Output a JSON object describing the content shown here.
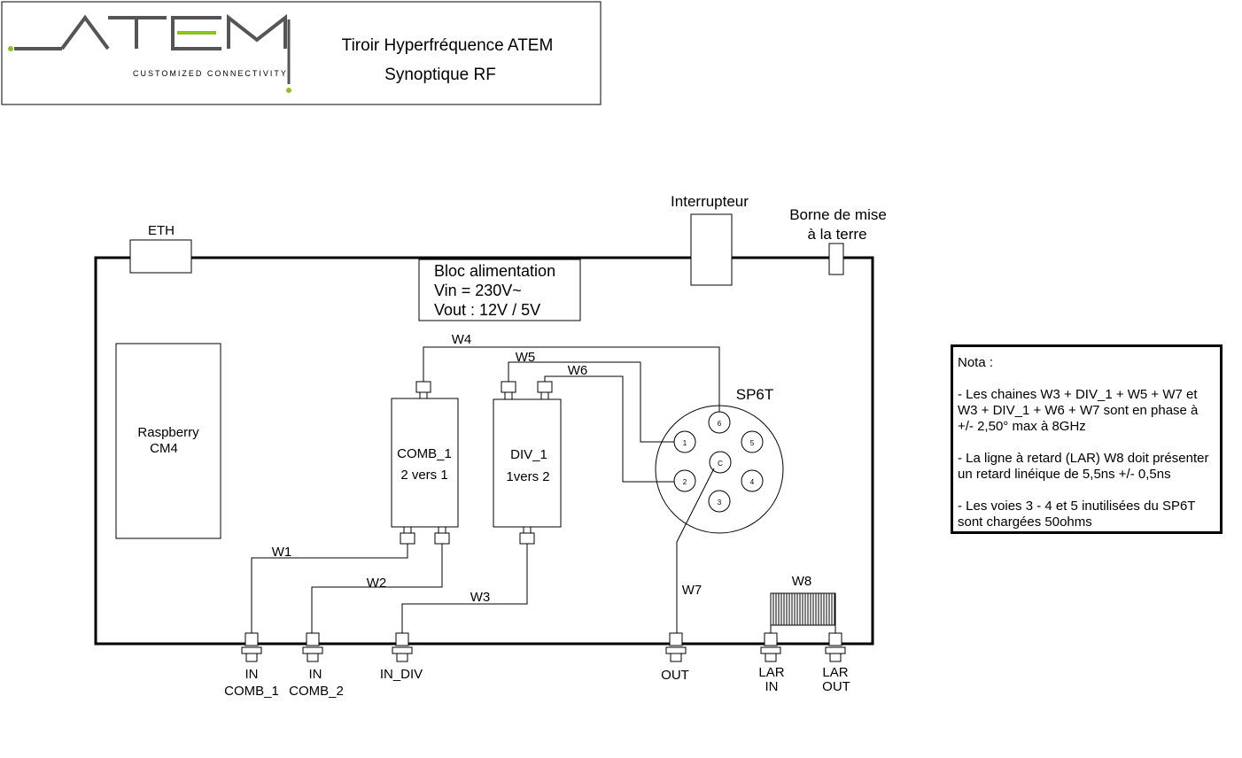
{
  "header": {
    "logo_wordmark": "ATEM",
    "logo_tagline": "CUSTOMIZED CONNECTIVITY",
    "title_line1": "Tiroir Hyperfréquence ATEM",
    "title_line2": "Synoptique RF",
    "accent_color": "#8dc21f",
    "logo_color": "#555555"
  },
  "labels": {
    "eth": "ETH",
    "interrupteur": "Interrupteur",
    "borne_line1": "Borne de mise",
    "borne_line2": "à la terre",
    "psu_line1": "Bloc alimentation",
    "psu_line2": "Vin = 230V~",
    "psu_line3": "Vout : 12V / 5V",
    "raspberry_line1": "Raspberry",
    "raspberry_line2": "CM4",
    "comb_line1": "COMB_1",
    "comb_line2": "2 vers 1",
    "div_line1": "DIV_1",
    "div_line2": "1vers 2",
    "sp6t": "SP6T"
  },
  "switch_ports": {
    "p1": "1",
    "p2": "2",
    "p3": "3",
    "p4": "4",
    "p5": "5",
    "p6": "6",
    "common": "C"
  },
  "wires": {
    "w1": "W1",
    "w2": "W2",
    "w3": "W3",
    "w4": "W4",
    "w5": "W5",
    "w6": "W6",
    "w7": "W7",
    "w8": "W8"
  },
  "ports": {
    "in_comb1_line1": "IN",
    "in_comb1_line2": "COMB_1",
    "in_comb2_line1": "IN",
    "in_comb2_line2": "COMB_2",
    "in_div": "IN_DIV",
    "out": "OUT",
    "lar_in_line1": "LAR",
    "lar_in_line2": "IN",
    "lar_out_line1": "LAR",
    "lar_out_line2": "OUT"
  },
  "nota": {
    "title": "Nota :",
    "item1": "- Les chaines W3 + DIV_1 + W5 + W7 et W3 + DIV_1 + W6 + W7 sont en phase à +/- 2,50° max à 8GHz",
    "item2": "- La ligne à retard (LAR) W8 doit présenter un retard linéique de 5,5ns +/- 0,5ns",
    "item3": "- Les voies 3 - 4 et 5 inutilisées du SP6T sont chargées 50ohms"
  }
}
